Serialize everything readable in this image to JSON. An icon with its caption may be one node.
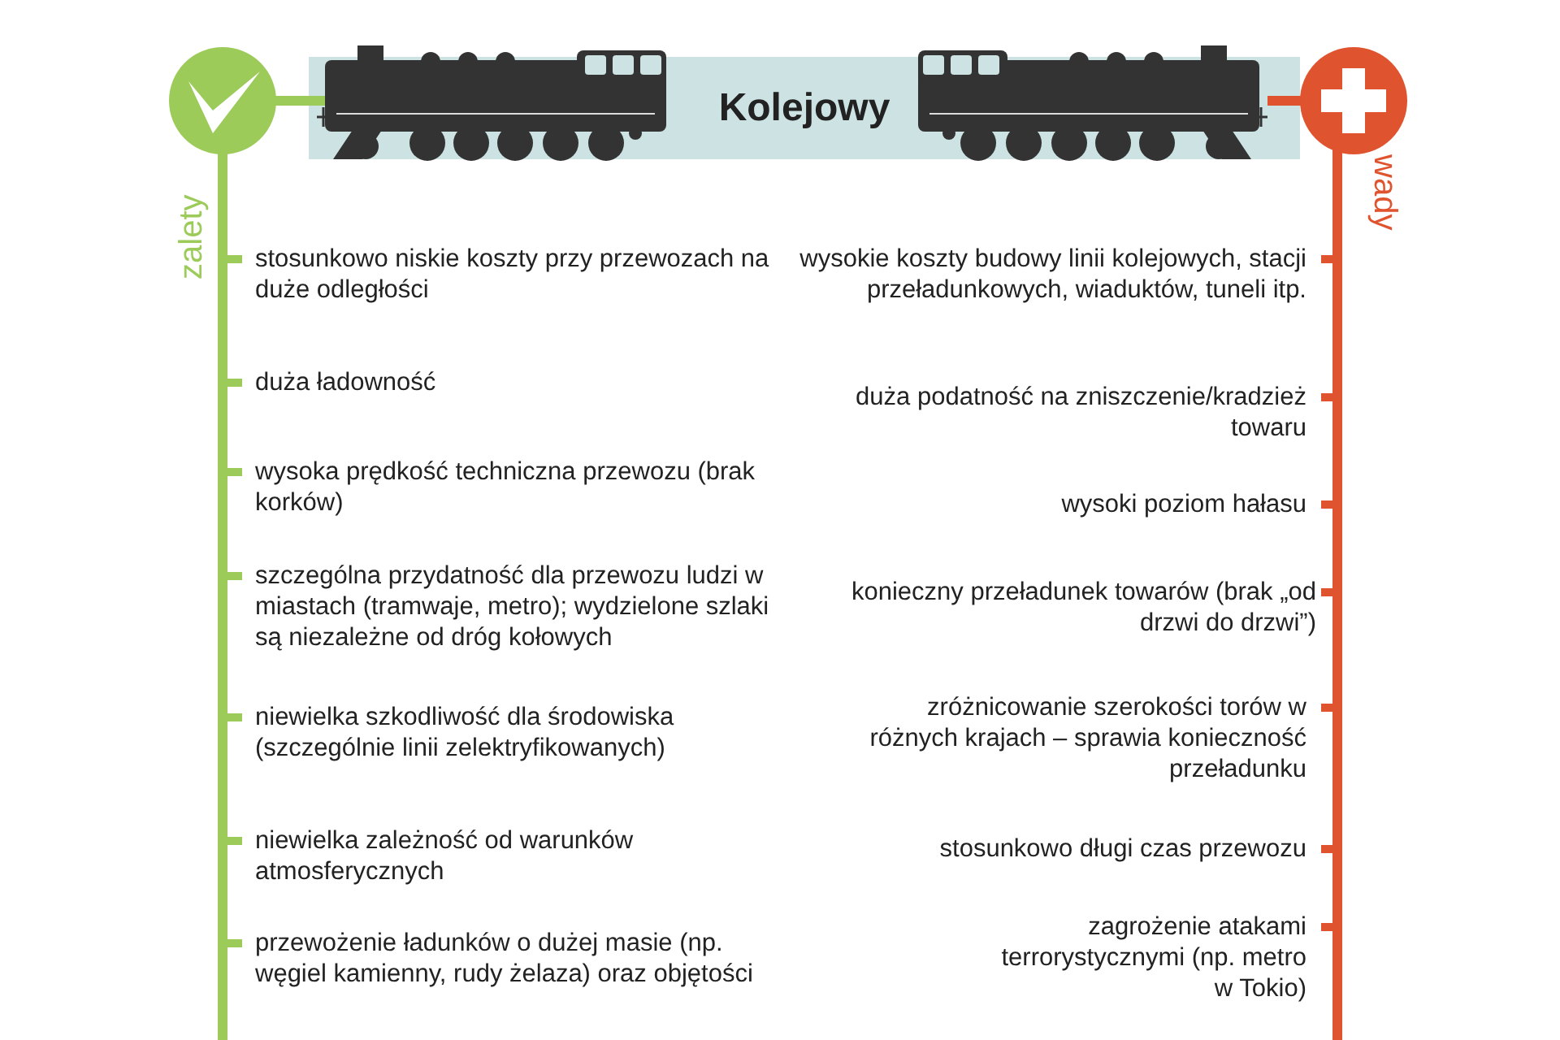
{
  "diagram": {
    "nodes": [
      {
        "text": [
          "Kolejowy"
        ]
      }
    ],
    "edges": [],
    "labels": [
      "zalety",
      "stosunkowo niskie koszty przy przewozach na duże odległości",
      "duża ładowność",
      "wysoka prędkość techniczna przewozu (brak korków)",
      "szczególna przydatność dla przewozu ludzi w miastach (tramwaje, metro); wydzielone szlaki są niezależne od dróg kołowych",
      "niewielka szkodliwość dla środowiska (szczególnie linii zelektryfikowanych)",
      "niewielka zależność od warunków atmosferycznych",
      "przewożenie ładunków o dużej masie (np. węgiel kamienny, rudy żelaza) oraz objętości",
      "wady",
      "wysokie koszty budowy linii kolejowych, stacji przeładunkowych, wiaduktów, tuneli itp.",
      "duża podatność na zniszczenie/kradzież towaru",
      "wysoki poziom hałasu",
      "konieczny przeładunek towarów (brak „od drzwi do drzwi”)",
      "zróżnicowanie szerokości torów w różnych krajach – sprawia konieczność przeładunku",
      "stosunkowo długi czas przewozu",
      "zagrożenie atakami terrorystycznymi (np. metro w Tokio)"
    ]
  }
}
